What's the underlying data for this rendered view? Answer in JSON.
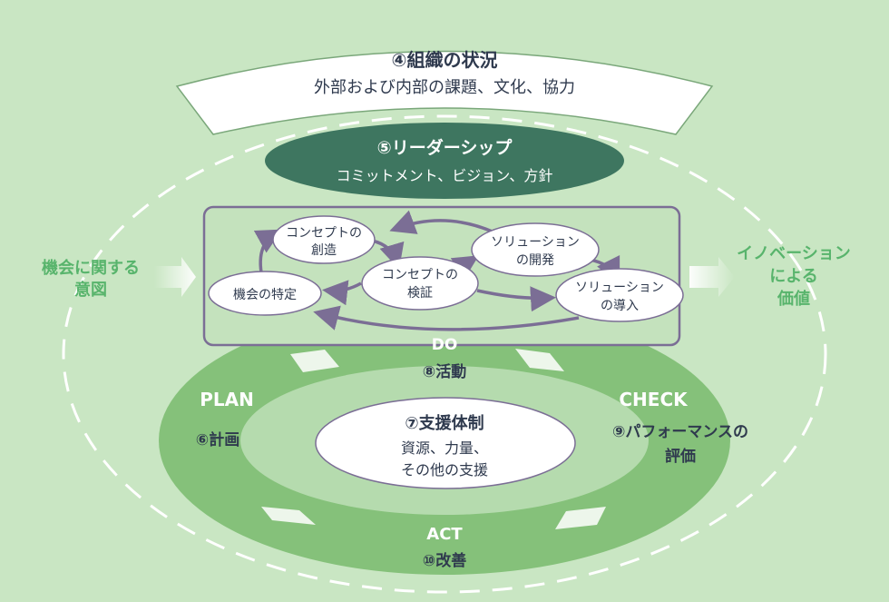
{
  "org_context": {
    "title": "④組織の状況",
    "subtitle": "外部および内部の課題、文化、協力"
  },
  "leadership": {
    "title": "⑤リーダーシップ",
    "subtitle": "コミットメント、ビジョン、方針"
  },
  "intent": {
    "line1": "機会に関する",
    "line2": "意図"
  },
  "value": {
    "line1": "イノベーション",
    "line2": "による",
    "line3": "価値"
  },
  "processes": {
    "concept_creation": {
      "line1": "コンセプトの",
      "line2": "創造"
    },
    "concept_validation": {
      "line1": "コンセプトの",
      "line2": "検証"
    },
    "solution_development": {
      "line1": "ソリューション",
      "line2": "の開発"
    },
    "opportunity_identification": {
      "line1": "機会の特定"
    },
    "solution_deployment": {
      "line1": "ソリューション",
      "line2": "の導入"
    }
  },
  "pdca": {
    "do_label": "DO",
    "operation": "⑧活動",
    "plan_label": "PLAN",
    "planning": "⑥計画",
    "check_label": "CHECK",
    "performance_line1": "⑨パフォーマンスの",
    "performance_line2": "評価",
    "act_label": "ACT",
    "improvement": "⑩改善"
  },
  "support": {
    "title": "⑦支援体制",
    "line1": "資源、力量、",
    "line2": "その他の支援"
  },
  "colors": {
    "background": "#c9e6c3",
    "ring": "#85c17a",
    "inner": "#b5dbae",
    "leadership": "#3e7660",
    "accent_text": "#58b46c",
    "process_arrow": "#7b6e95",
    "dark_text": "#2f3a4e"
  }
}
